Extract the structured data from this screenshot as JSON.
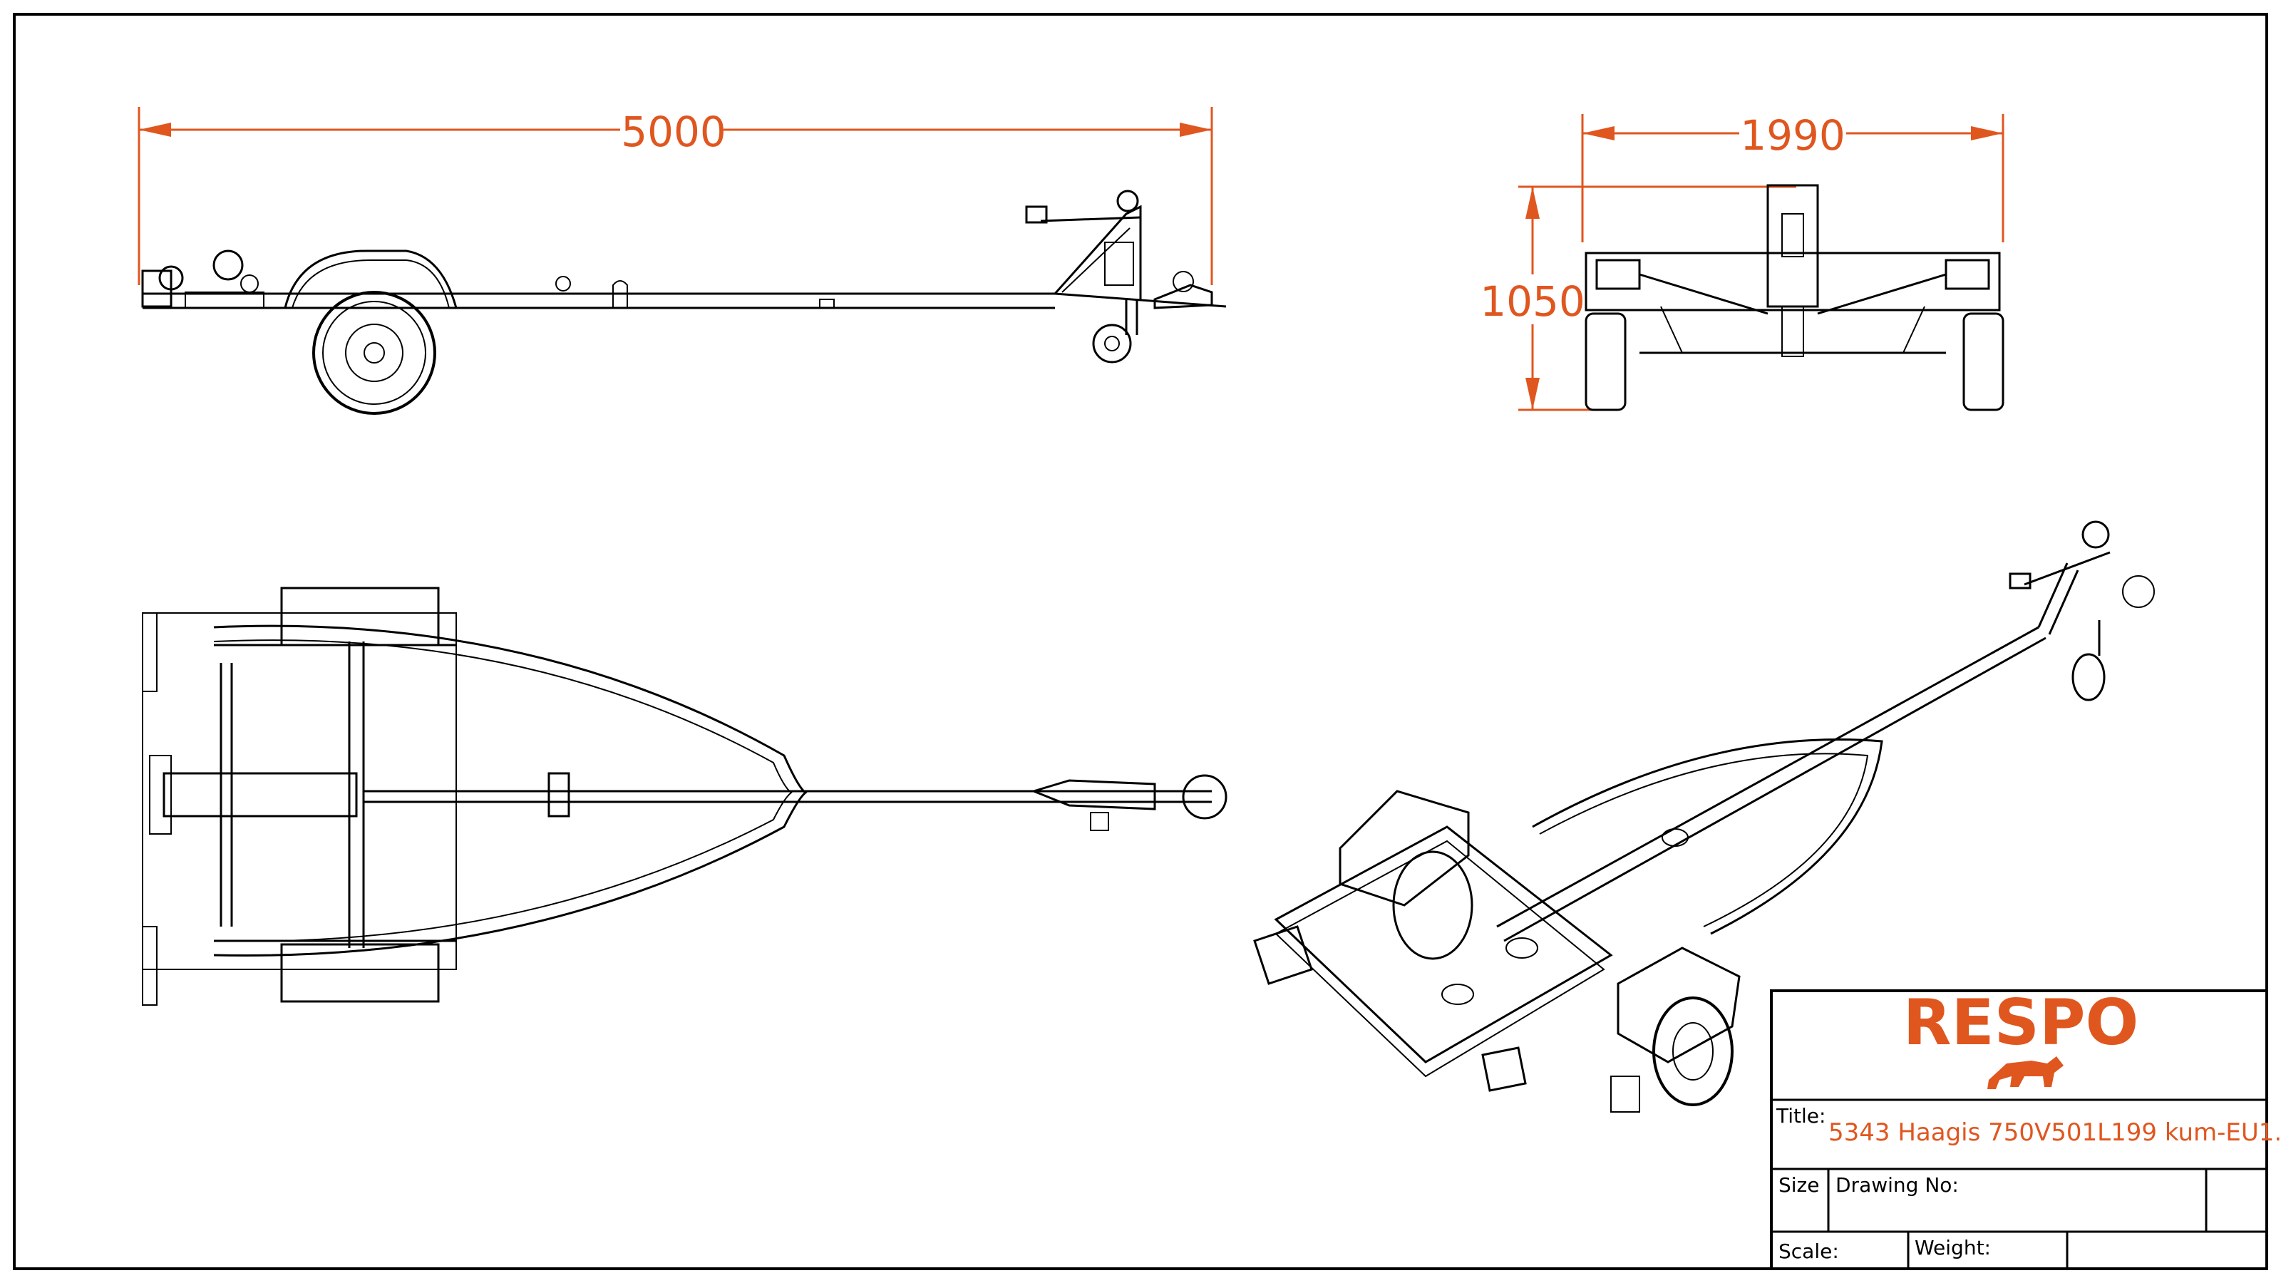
{
  "dimensions": {
    "length": "5000",
    "width": "1990",
    "height": "1050"
  },
  "title_block": {
    "brand": "RESPO",
    "title_label": "Title:",
    "title_value": "5343 Haagis 750V501L199 kum-EU1.",
    "size_label": "Size",
    "drawing_no_label": "Drawing No:",
    "scale_label": "Scale:",
    "weight_label": "Weight:"
  },
  "colors": {
    "accent": "#e0561f",
    "line": "#000000",
    "background": "#ffffff"
  }
}
